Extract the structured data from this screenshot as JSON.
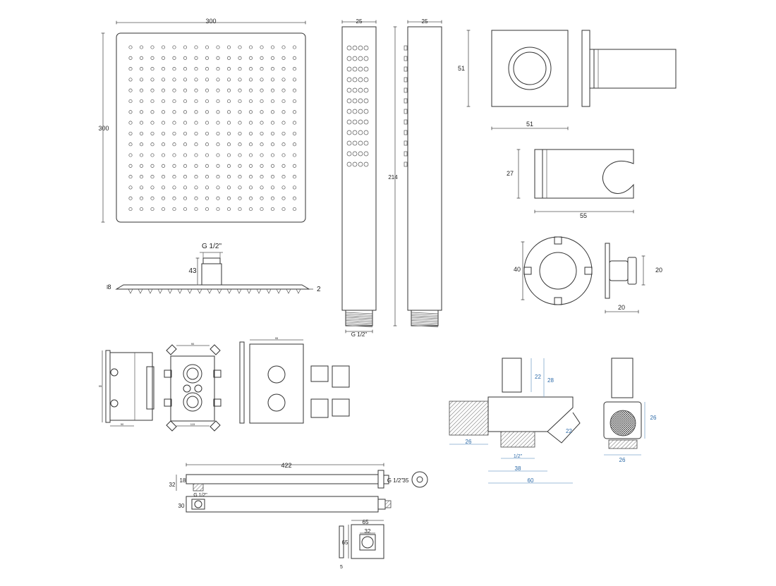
{
  "rain_head": {
    "width_label": "300",
    "height_label": "300",
    "thread_label": "G 1/2\"",
    "stem_label": "43",
    "plate_label": "8",
    "edge_label": "2"
  },
  "hand_shower": {
    "front_width_label": "25",
    "side_width_label": "25",
    "length_label": "214",
    "thread_label": "G 1/2\""
  },
  "outlet_elbow": {
    "height_label": "51",
    "width_label": "51"
  },
  "holder": {
    "height_label": "27",
    "width_label": "55"
  },
  "wall_plate": {
    "diameter_label": "40",
    "height_label": "20",
    "depth_label": "20"
  },
  "valve": {
    "labels": [
      "90",
      "95",
      "90",
      "115",
      "95"
    ]
  },
  "spout": {
    "labels": [
      "22",
      "28",
      "22",
      "26",
      "1/2\"",
      "38",
      "60",
      "26",
      "26"
    ]
  },
  "arm": {
    "length_label": "422",
    "left_label": "32",
    "tube_label": "18",
    "thread_label": "G 1/2\"",
    "end_label": "35",
    "lower_thread_label": "G 1/2\"",
    "lower_height_label": "30"
  },
  "wall_block": {
    "width_label": "65",
    "inner_label": "32",
    "height_label": "65",
    "depth_label": "5"
  }
}
